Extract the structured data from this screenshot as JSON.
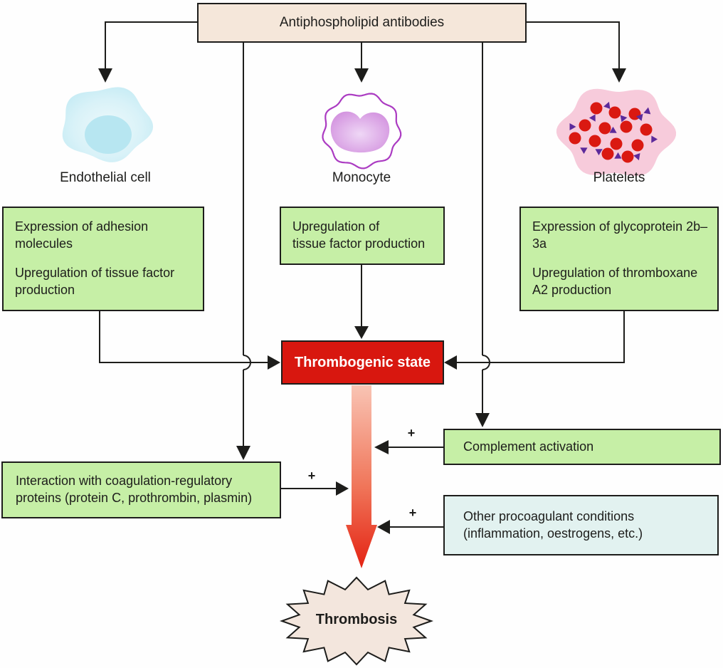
{
  "diagram": {
    "title_box": {
      "label": "Antiphospholipid antibodies"
    },
    "cells": {
      "endothelial": {
        "label": "Endothelial cell"
      },
      "monocyte": {
        "label": "Monocyte"
      },
      "platelets": {
        "label": "Platelets"
      }
    },
    "effect_boxes": {
      "endothelial": {
        "paragraphs": [
          "Expression of adhesion molecules",
          "Upregulation of tissue factor production"
        ]
      },
      "monocyte": {
        "lines": [
          "Upregulation of",
          "tissue factor production"
        ]
      },
      "platelets": {
        "paragraphs": [
          "Expression of glycoprotein 2b–3a",
          "Upregulation of thromboxane A2 production"
        ]
      }
    },
    "thrombogenic_box": {
      "label": "Thrombogenic state"
    },
    "complement_box": {
      "label": "Complement activation"
    },
    "interaction_box": {
      "lines": [
        "Interaction with coagulation-regulatory",
        "proteins (protein C, prothrombin, plasmin)"
      ]
    },
    "other_box": {
      "lines": [
        "Other procoagulant conditions",
        "(inflammation, oestrogens, etc.)"
      ]
    },
    "thrombosis": {
      "label": "Thrombosis"
    },
    "plus_signs": [
      "+",
      "+",
      "+"
    ],
    "colors": {
      "box_beige": "#f5e7da",
      "box_green": "#c6efa6",
      "box_blue": "#e2f2f0",
      "box_red": "#d8170f",
      "line_black": "#1d1d1b",
      "big_arrow_top": "#f9c4b4",
      "big_arrow_bottom": "#e42313",
      "endothelial_cyan": "#bfe9f3",
      "monocyte_purple": "#ab3bc2",
      "platelet_pink": "#f7cbdb",
      "platelet_red": "#da1911",
      "platelet_mark_purple": "#5c2a9b"
    }
  }
}
